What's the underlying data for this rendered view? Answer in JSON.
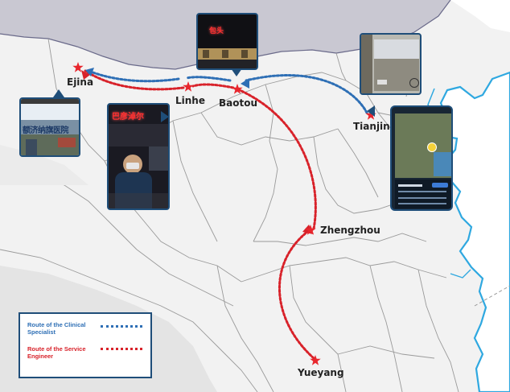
{
  "colors": {
    "clinical_route": "#2e6fb5",
    "engineer_route": "#d8222a",
    "star": "#e8262d",
    "frame": "#1f4e79",
    "sea": "#ffffff",
    "coast": "#2fa8e0",
    "land": "#f2f2f2",
    "northern_region": "#c9c8d2",
    "border": "#9a9a9a"
  },
  "cities": [
    {
      "id": "ejina",
      "label": "Ejina"
    },
    {
      "id": "linhe",
      "label": "Linhe"
    },
    {
      "id": "baotou",
      "label": "Baotou"
    },
    {
      "id": "tianjin",
      "label": "Tianjin"
    },
    {
      "id": "zhengzhou",
      "label": "Zhengzhou"
    },
    {
      "id": "yueyang",
      "label": "Yueyang"
    }
  ],
  "routes": [
    {
      "name": "Route of the Clinical Specialist",
      "color": "#2e6fb5",
      "stops": [
        "Tianjin",
        "Baotou",
        "Linhe",
        "Ejina"
      ]
    },
    {
      "name": "Route of the Service Engineer",
      "color": "#d8222a",
      "stops": [
        "Yueyang",
        "Zhengzhou",
        "Baotou",
        "Linhe",
        "Ejina"
      ]
    }
  ],
  "legend": {
    "clinical": "Route of the Clinical Specialist",
    "engineer": "Route of the Service Engineer"
  },
  "photos": [
    {
      "id": "ejina-hospital",
      "icon": "hospital-entrance-photo",
      "sign_text": "额济纳旗医院"
    },
    {
      "id": "linhe-station",
      "icon": "person-at-station-photo",
      "sign_text": "巴彦淖尔"
    },
    {
      "id": "baotou-night",
      "icon": "night-building-photo",
      "sign_text": "包头"
    },
    {
      "id": "tianjin-window",
      "icon": "train-window-photo"
    },
    {
      "id": "tianjin-phone",
      "icon": "phone-map-screenshot"
    }
  ]
}
